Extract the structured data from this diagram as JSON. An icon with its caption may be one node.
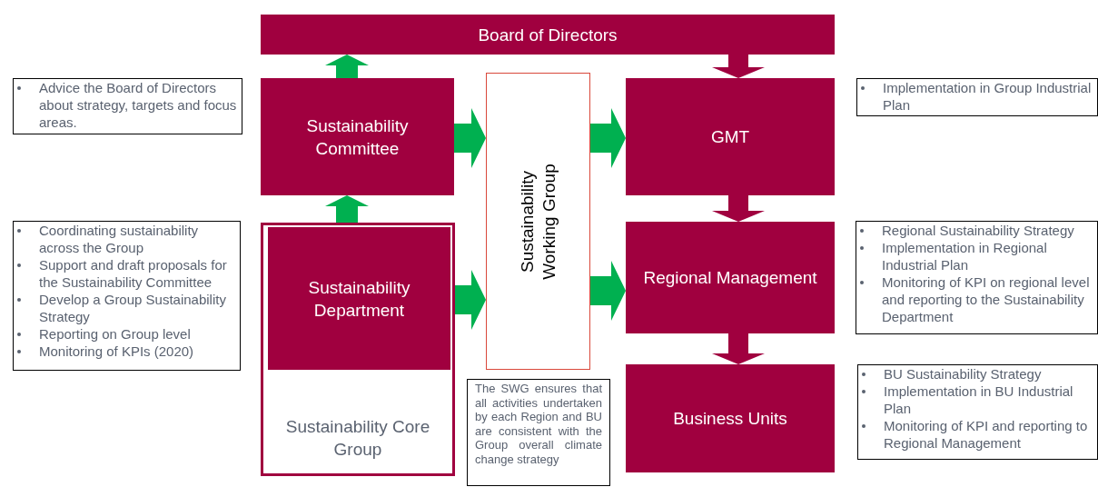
{
  "diagram": {
    "nodes": [
      {
        "text": [
          "Board of Directors"
        ]
      },
      {
        "text": [
          "Advice the Board of Directors about strategy, targets and focus areas."
        ]
      },
      {
        "text": [
          "Sustainability Committee"
        ]
      },
      {
        "text": [
          "Sustainability Working Group"
        ]
      },
      {
        "text": [
          "GMT"
        ]
      },
      {
        "text": [
          "Implementation in Group Industrial Plan"
        ]
      },
      {
        "text": [
          "Coordinating sustainability across the Group",
          "Support and draft proposals for the Sustainability Committee",
          "Develop a Group Sustainability Strategy",
          "Reporting on Group level",
          "Monitoring of KPIs (2020)"
        ]
      },
      {
        "text": [
          "Sustainability Core Group"
        ]
      },
      {
        "text": [
          "Sustainability Department"
        ],
        "in": 7
      },
      {
        "text": [
          "Regional Management"
        ]
      },
      {
        "text": [
          "Regional Sustainability Strategy",
          "Implementation in Regional Industrial Plan",
          "Monitoring of KPI on regional level and reporting to the Sustainability Department"
        ]
      },
      {
        "text": [
          "The SWG ensures that all activities undertaken by each Region and BU are consistent with the Group overall climate change strategy"
        ]
      },
      {
        "text": [
          "Business Units"
        ]
      },
      {
        "text": [
          "BU Sustainability Strategy",
          "Implementation in BU Industrial Plan",
          "Monitoring of KPI and reporting to Regional Management"
        ]
      }
    ],
    "edges": [
      {
        "from": 2,
        "to": 0,
        "arrow": "to"
      },
      {
        "from": 7,
        "to": 2,
        "arrow": "to"
      },
      {
        "from": 2,
        "to": 3,
        "arrow": "to"
      },
      {
        "from": 7,
        "to": 3,
        "arrow": "to"
      },
      {
        "from": 3,
        "to": 4,
        "arrow": "to"
      },
      {
        "from": 3,
        "to": 9,
        "arrow": "to"
      },
      {
        "from": 0,
        "to": 4,
        "arrow": "to",
        "color": "#a0003f"
      },
      {
        "from": 4,
        "to": 9,
        "arrow": "to",
        "color": "#a0003f"
      },
      {
        "from": 9,
        "to": 12,
        "arrow": "to",
        "color": "#a0003f"
      }
    ]
  }
}
